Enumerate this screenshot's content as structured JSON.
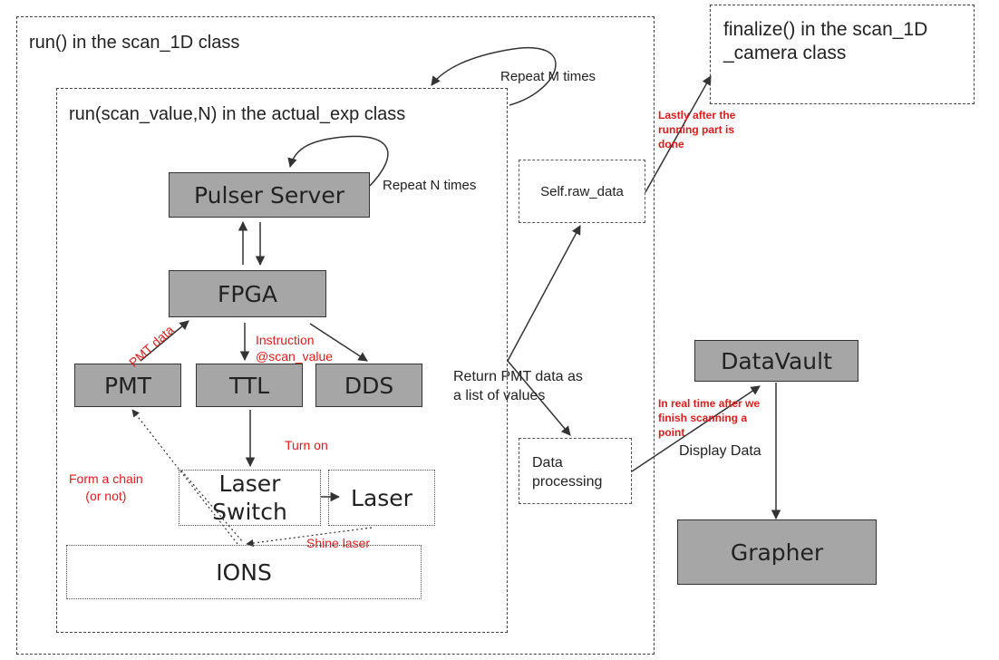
{
  "containers": {
    "scan_run": "run() in the scan_1D class",
    "actual_run": "run(scan_value,N) in the actual_exp class",
    "finalize": "finalize() in the scan_1D\n_camera class"
  },
  "boxes": {
    "pulser": "Pulser Server",
    "fpga": "FPGA",
    "pmt": "PMT",
    "ttl": "TTL",
    "dds": "DDS",
    "laser_switch": "Laser\nSwitch",
    "laser": "Laser",
    "ions": "IONS",
    "raw_data": "Self.raw_data",
    "processing": "Data\nprocessing",
    "datavault": "DataVault",
    "grapher": "Grapher"
  },
  "labels": {
    "repeat_m": "Repeat M times",
    "repeat_n": "Repeat N times",
    "pmt_data": "PMT data",
    "instruction": "Instruction\n@scan_value",
    "turn_on": "Turn on",
    "form_chain": "Form a chain\n(or not)",
    "shine_laser": "Shine laser",
    "return_pmt": "Return PMT data as\na list of values",
    "lastly": "Lastly after the\nrunning part is\ndone",
    "realtime": "In real time after we\nfinish scanning a\npoint",
    "display": "Display Data"
  },
  "colors": {
    "box_fill": "#a6a6a6",
    "annotation_red": "#e01b1b"
  }
}
